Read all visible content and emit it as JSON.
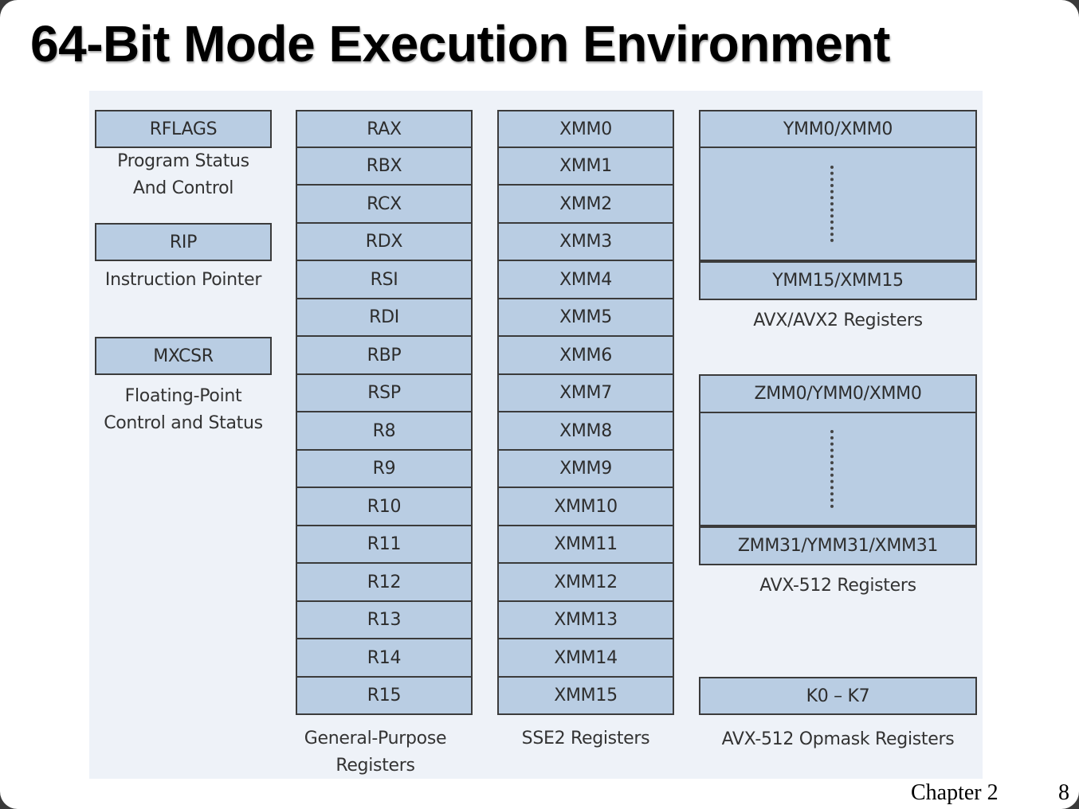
{
  "slide": {
    "title": "64-Bit Mode Execution Environment",
    "footer_chapter": "Chapter 2",
    "page_number": "8"
  },
  "left_registers": [
    {
      "name": "RFLAGS",
      "caption": [
        "Program Status",
        "And Control"
      ]
    },
    {
      "name": "RIP",
      "caption": [
        "Instruction Pointer"
      ]
    },
    {
      "name": "MXCSR",
      "caption": [
        "Floating-Point",
        "Control and Status"
      ]
    }
  ],
  "general_purpose": {
    "registers": [
      "RAX",
      "RBX",
      "RCX",
      "RDX",
      "RSI",
      "RDI",
      "RBP",
      "RSP",
      "R8",
      "R9",
      "R10",
      "R11",
      "R12",
      "R13",
      "R14",
      "R15"
    ],
    "caption": [
      "General-Purpose",
      "Registers"
    ]
  },
  "sse2": {
    "registers": [
      "XMM0",
      "XMM1",
      "XMM2",
      "XMM3",
      "XMM4",
      "XMM5",
      "XMM6",
      "XMM7",
      "XMM8",
      "XMM9",
      "XMM10",
      "XMM11",
      "XMM12",
      "XMM13",
      "XMM14",
      "XMM15"
    ],
    "caption": "SSE2 Registers"
  },
  "avx": {
    "first": "YMM0/XMM0",
    "last": "YMM15/XMM15",
    "caption": "AVX/AVX2 Registers"
  },
  "avx512": {
    "first": "ZMM0/YMM0/XMM0",
    "last": "ZMM31/YMM31/XMM31",
    "caption": "AVX-512 Registers"
  },
  "opmask": {
    "name": "K0 – K7",
    "caption": "AVX-512 Opmask Registers"
  },
  "colors": {
    "register_fill": "#b9cde3",
    "register_border": "#3b3b3b",
    "figure_background": "#eef2f8"
  }
}
